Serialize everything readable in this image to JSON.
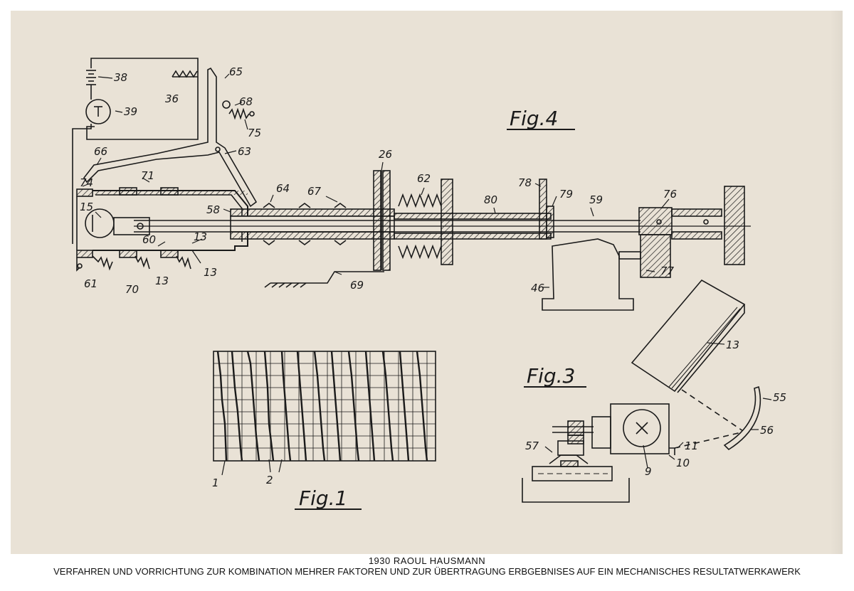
{
  "figures": {
    "fig4": "Fig.4",
    "fig3": "Fig.3",
    "fig1": "Fig.1"
  },
  "labels": [
    "38",
    "36",
    "65",
    "39",
    "68",
    "75",
    "63",
    "66",
    "74",
    "71",
    "15",
    "58",
    "64",
    "67",
    "26",
    "62",
    "80",
    "78",
    "79",
    "59",
    "76",
    "60",
    "13",
    "61",
    "70",
    "69",
    "46",
    "77",
    "55",
    "56",
    "11",
    "10",
    "9",
    "57",
    "1",
    "2"
  ],
  "caption": {
    "title": "1930  RAOUL  HAUSMANN",
    "subtitle": "VERFAHREN UND VORRICHTUNG ZUR KOMBINATION MEHRER FAKTOREN UND ZUR ÜBERTRAGUNG ERBGEBNISES AUF EIN MECHANISCHES RESULTATWERKAWERK"
  },
  "colors": {
    "paper": "#e9e2d6",
    "ink": "#1a1a1a"
  }
}
